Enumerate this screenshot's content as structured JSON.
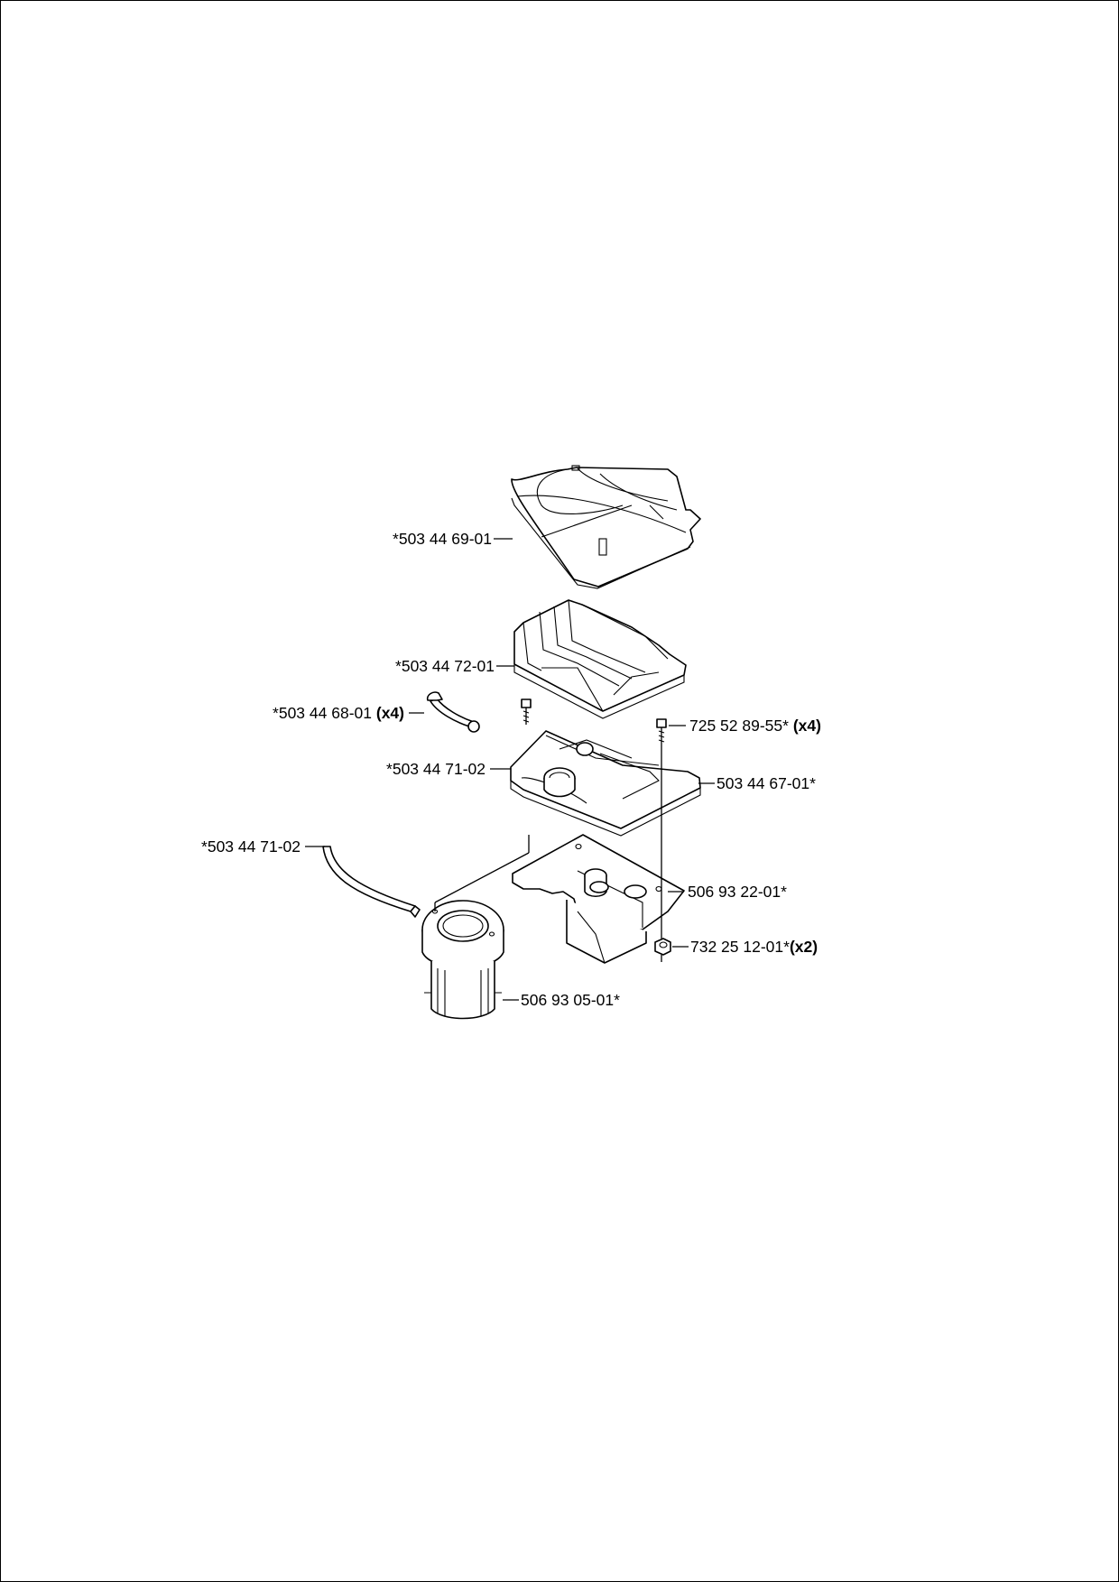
{
  "diagram": {
    "parts": [
      {
        "id": "cover",
        "number": "*503 44 69-01",
        "qty": ""
      },
      {
        "id": "filter",
        "number": "*503 44 72-01",
        "qty": ""
      },
      {
        "id": "clip",
        "number": "*503 44 68-01",
        "qty": "(x4)"
      },
      {
        "id": "seal",
        "number": "*503 44 71-02",
        "qty": ""
      },
      {
        "id": "hose",
        "number": "*503 44 71-02",
        "qty": ""
      },
      {
        "id": "screw",
        "number": "725 52 89-55*",
        "qty": "(x4)"
      },
      {
        "id": "holder",
        "number": "503 44 67-01*",
        "qty": ""
      },
      {
        "id": "bracket",
        "number": "506 93 22-01*",
        "qty": ""
      },
      {
        "id": "nut",
        "number": "732 25 12-01*",
        "qty": "(x2)"
      },
      {
        "id": "prefilter",
        "number": "506 93 05-01*",
        "qty": ""
      }
    ]
  }
}
